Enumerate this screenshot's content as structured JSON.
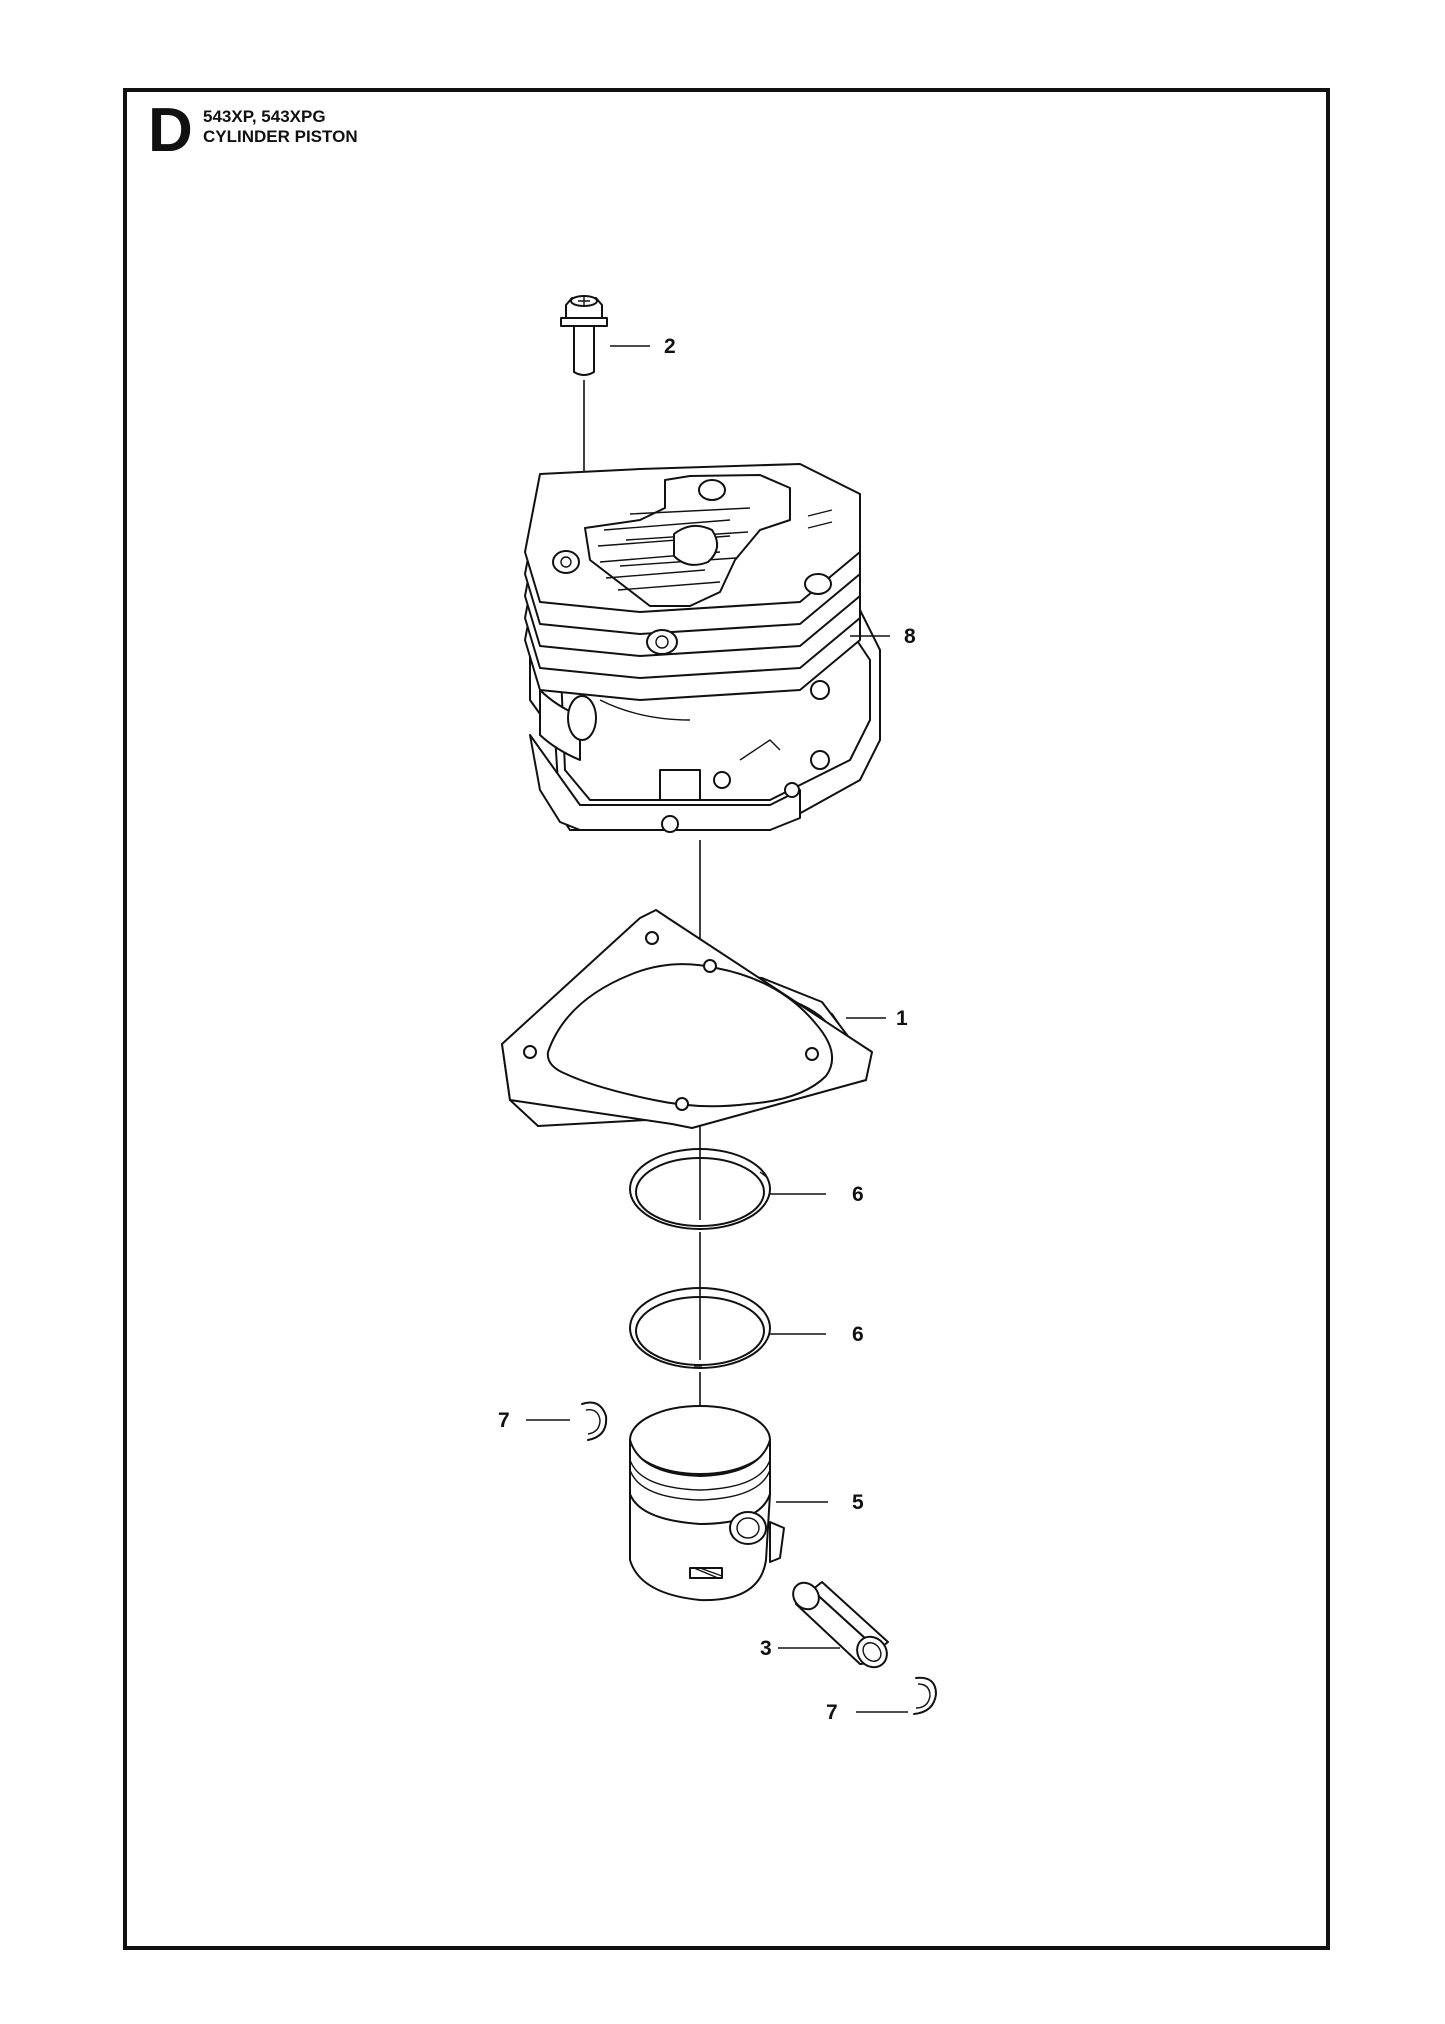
{
  "header": {
    "section": "D",
    "models": "543XP, 543XPG",
    "title": "CYLINDER PISTON"
  },
  "callouts": [
    {
      "id": "c2",
      "label": "2"
    },
    {
      "id": "c8",
      "label": "8"
    },
    {
      "id": "c1",
      "label": "1"
    },
    {
      "id": "c6a",
      "label": "6"
    },
    {
      "id": "c6b",
      "label": "6"
    },
    {
      "id": "c7a",
      "label": "7"
    },
    {
      "id": "c5",
      "label": "5"
    },
    {
      "id": "c3",
      "label": "3"
    },
    {
      "id": "c7b",
      "label": "7"
    }
  ],
  "colors": {
    "line": "#111111",
    "background": "#ffffff"
  }
}
